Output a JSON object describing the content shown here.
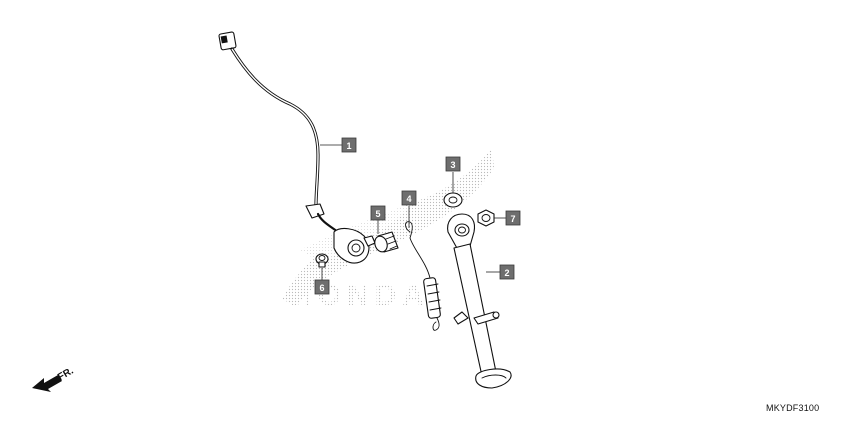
{
  "diagram": {
    "code": "MKYDF3100",
    "front_arrow_label": "FR.",
    "callouts": [
      {
        "number": "1"
      },
      {
        "number": "2"
      },
      {
        "number": "3"
      },
      {
        "number": "4"
      },
      {
        "number": "5"
      },
      {
        "number": "6"
      },
      {
        "number": "7"
      }
    ]
  },
  "icons": {
    "front_arrow": "arrow-front-icon",
    "watermark": "wing-logo-watermark"
  }
}
